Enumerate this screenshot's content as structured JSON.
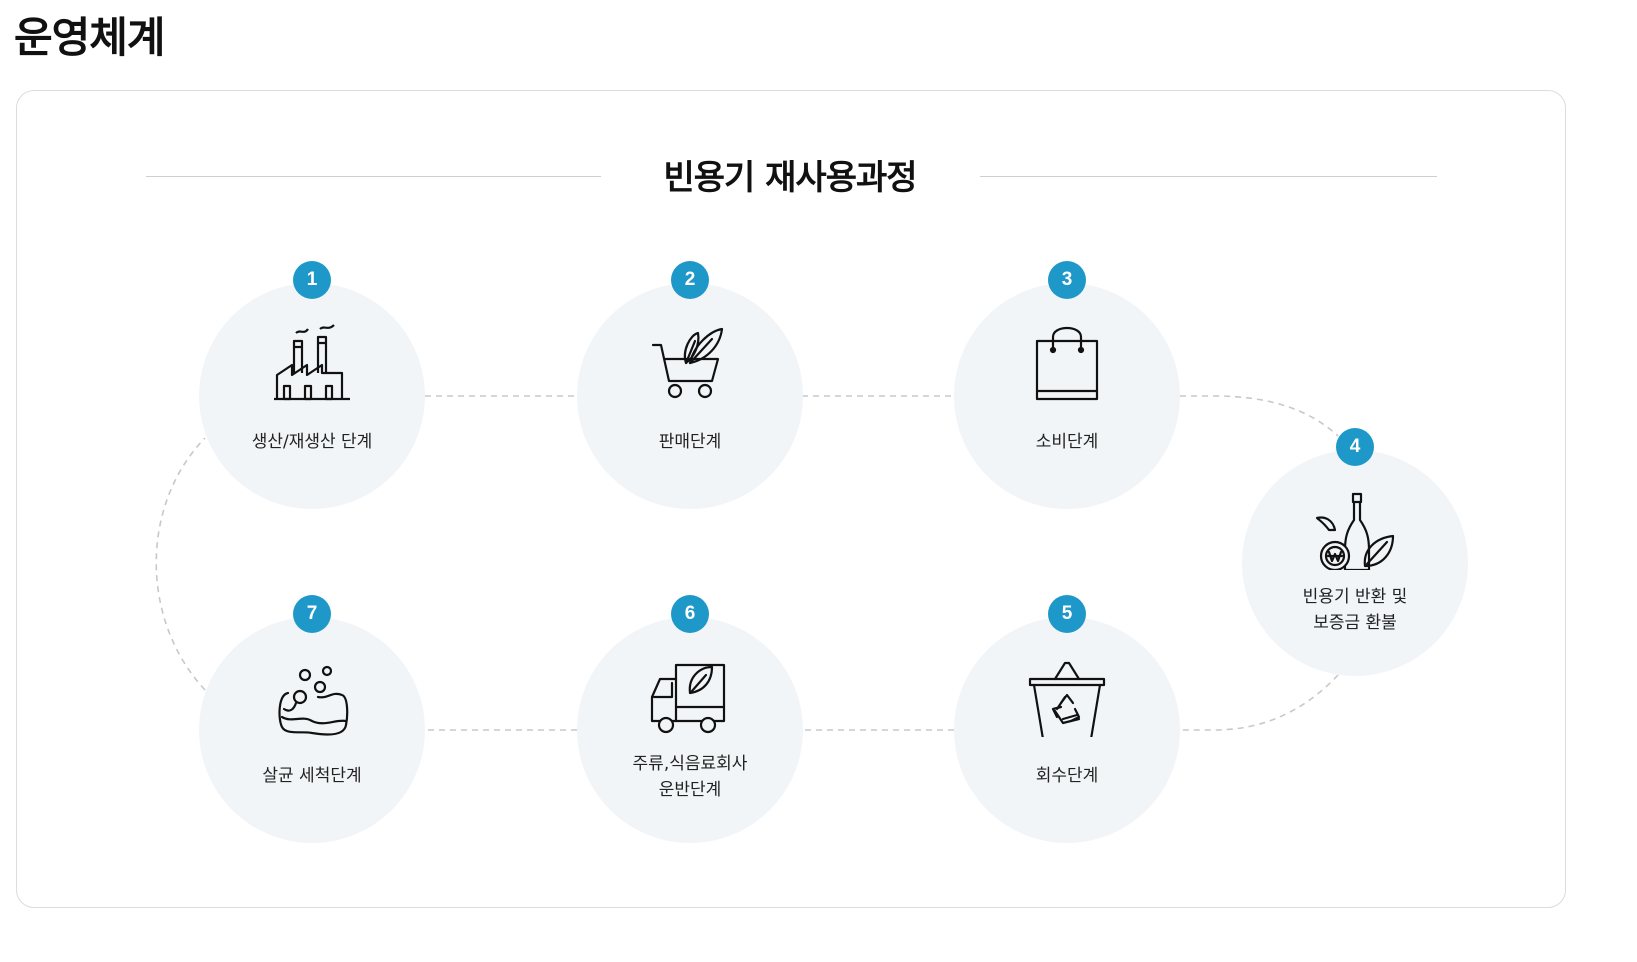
{
  "page": {
    "title": "운영체계"
  },
  "diagram": {
    "title": "빈용기 재사용과정",
    "steps": [
      {
        "number": "1",
        "label": "생산/재생산 단계",
        "icon": "factory-icon"
      },
      {
        "number": "2",
        "label": "판매단계",
        "icon": "shopping-cart-leaf-icon"
      },
      {
        "number": "3",
        "label": "소비단계",
        "icon": "shopping-bag-icon"
      },
      {
        "number": "4",
        "label": "빈용기 반환 및\n보증금 환불",
        "icon": "bottle-coin-refund-icon"
      },
      {
        "number": "5",
        "label": "회수단계",
        "icon": "recycle-basket-icon"
      },
      {
        "number": "6",
        "label": "주류,식음료회사\n운반단계",
        "icon": "delivery-truck-icon"
      },
      {
        "number": "7",
        "label": "살균 세척단계",
        "icon": "soap-bubbles-icon"
      }
    ],
    "colors": {
      "accent": "#1e98c8",
      "circle": "#f2f5f8",
      "connector": "#c8c8c8"
    }
  }
}
